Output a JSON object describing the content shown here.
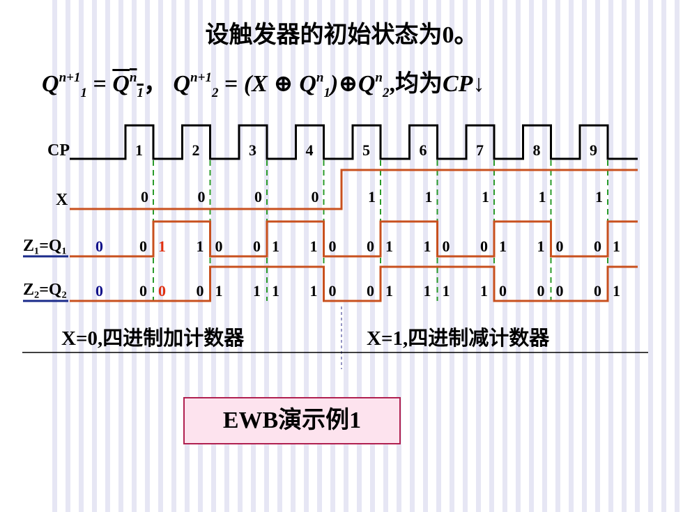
{
  "title": "设触发器的初始状态为0。",
  "formula": {
    "q1_lhs_sup": "n+1",
    "q1_lhs_sub": "1",
    "q1_rhs_sup": "n",
    "q1_rhs_sub": "1",
    "sep": "，",
    "q2_lhs_sup": "n+1",
    "q2_lhs_sub": "2",
    "x": "X",
    "q1b_sup": "n",
    "q1b_sub": "1",
    "q2b_sup": "n",
    "q2b_sub": "2",
    "tail": ",均为",
    "cp": "CP",
    "arrow": "↓"
  },
  "signals": {
    "cp_label": "CP",
    "x_label": "X",
    "z1_label": "Z₁=Q₁",
    "z2_label": "Z₂=Q₂",
    "pulses": [
      "1",
      "2",
      "3",
      "4",
      "5",
      "6",
      "7",
      "8",
      "9"
    ],
    "x_values": [
      "0",
      "0",
      "0",
      "0",
      "1",
      "1",
      "1",
      "1",
      "1"
    ],
    "z1_initial": "0",
    "z2_initial": "0",
    "z1_bits": [
      [
        "0",
        "1"
      ],
      [
        "1",
        "0"
      ],
      [
        "0",
        "1"
      ],
      [
        "1",
        "0"
      ],
      [
        "0",
        "1"
      ],
      [
        "1",
        "0"
      ],
      [
        "0",
        "1"
      ],
      [
        "1",
        "0"
      ],
      [
        "0",
        "1"
      ]
    ],
    "z2_bits": [
      [
        "0",
        "0"
      ],
      [
        "0",
        "1"
      ],
      [
        "1",
        "1"
      ],
      [
        "1",
        "0"
      ],
      [
        "0",
        "1"
      ],
      [
        "1",
        "1"
      ],
      [
        "1",
        "0"
      ],
      [
        "0",
        "0"
      ],
      [
        "0",
        "1"
      ]
    ]
  },
  "regions": {
    "left": "X=0,四进制加计数器",
    "right": "X=1,四进制减计数器"
  },
  "button": {
    "label": "EWB演示例1"
  },
  "colors": {
    "clock": "#000000",
    "signal": "#c8501e",
    "guide": "#2a9a2a",
    "highlight": "#e03010",
    "initial_bit": "#10108a",
    "label_underline": "#1a2a8a",
    "button_bg": "#fde3ee",
    "button_border": "#b02050"
  }
}
